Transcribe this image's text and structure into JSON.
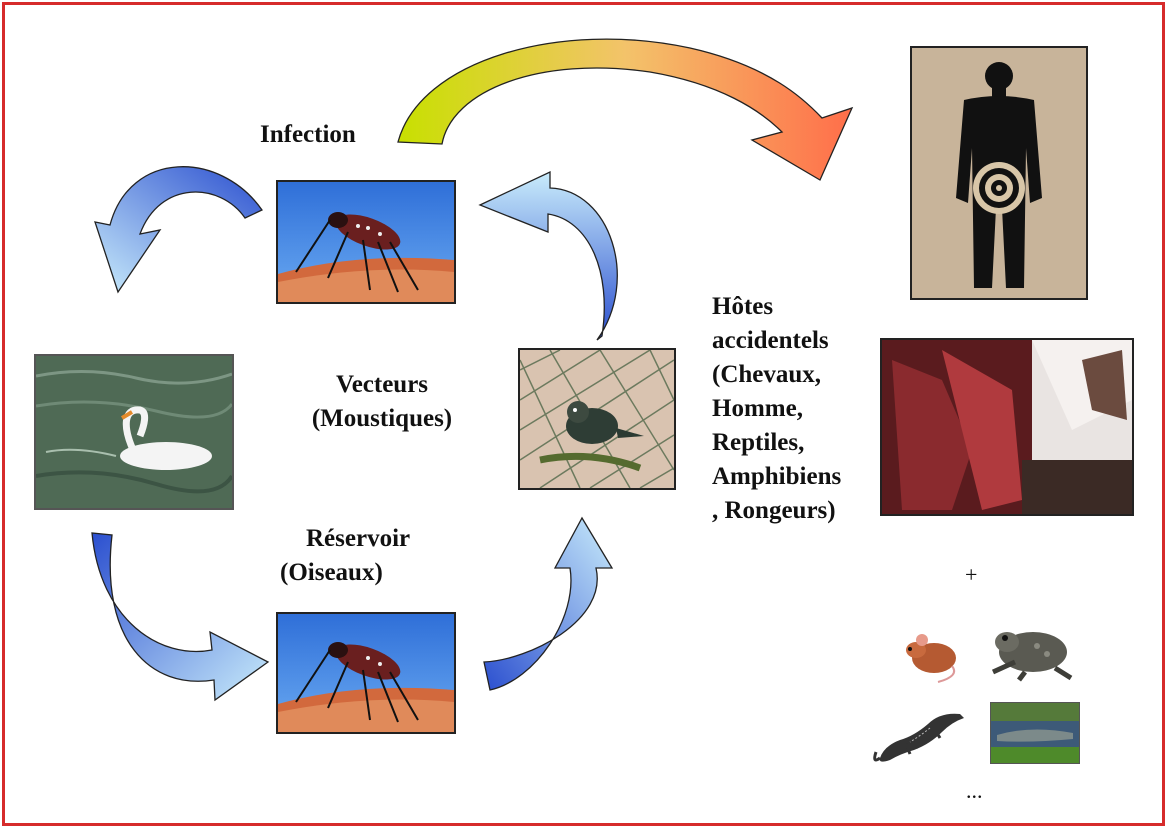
{
  "labels": {
    "infection": "Infection",
    "vecteurs_1": "Vecteurs",
    "vecteurs_2": "(Moustiques)",
    "reservoir_1": "Réservoir",
    "reservoir_2": "(Oiseaux)",
    "hotes_1": "Hôtes",
    "hotes_2": "accidentels",
    "hotes_3": "(Chevaux,",
    "hotes_4": "Homme,",
    "hotes_5": "Reptiles,",
    "hotes_6": "Amphibiens",
    "hotes_7": ", Rongeurs)",
    "plus": "+",
    "ellipsis": "..."
  },
  "colors": {
    "frame": "#d62b2b",
    "cycle_arrow_dark": "#2b4fcf",
    "cycle_arrow_light": "#c9ecfb",
    "infection_arrow_start": "#c8e000",
    "infection_arrow_end": "#ff6e4a"
  },
  "icons": [
    "mosquito-photo",
    "swan-photo",
    "sparrow-photo",
    "target-silhouette-photo",
    "horse-photo",
    "mouse-photo",
    "toad-photo",
    "lizard-photo",
    "crocodile-photo"
  ]
}
